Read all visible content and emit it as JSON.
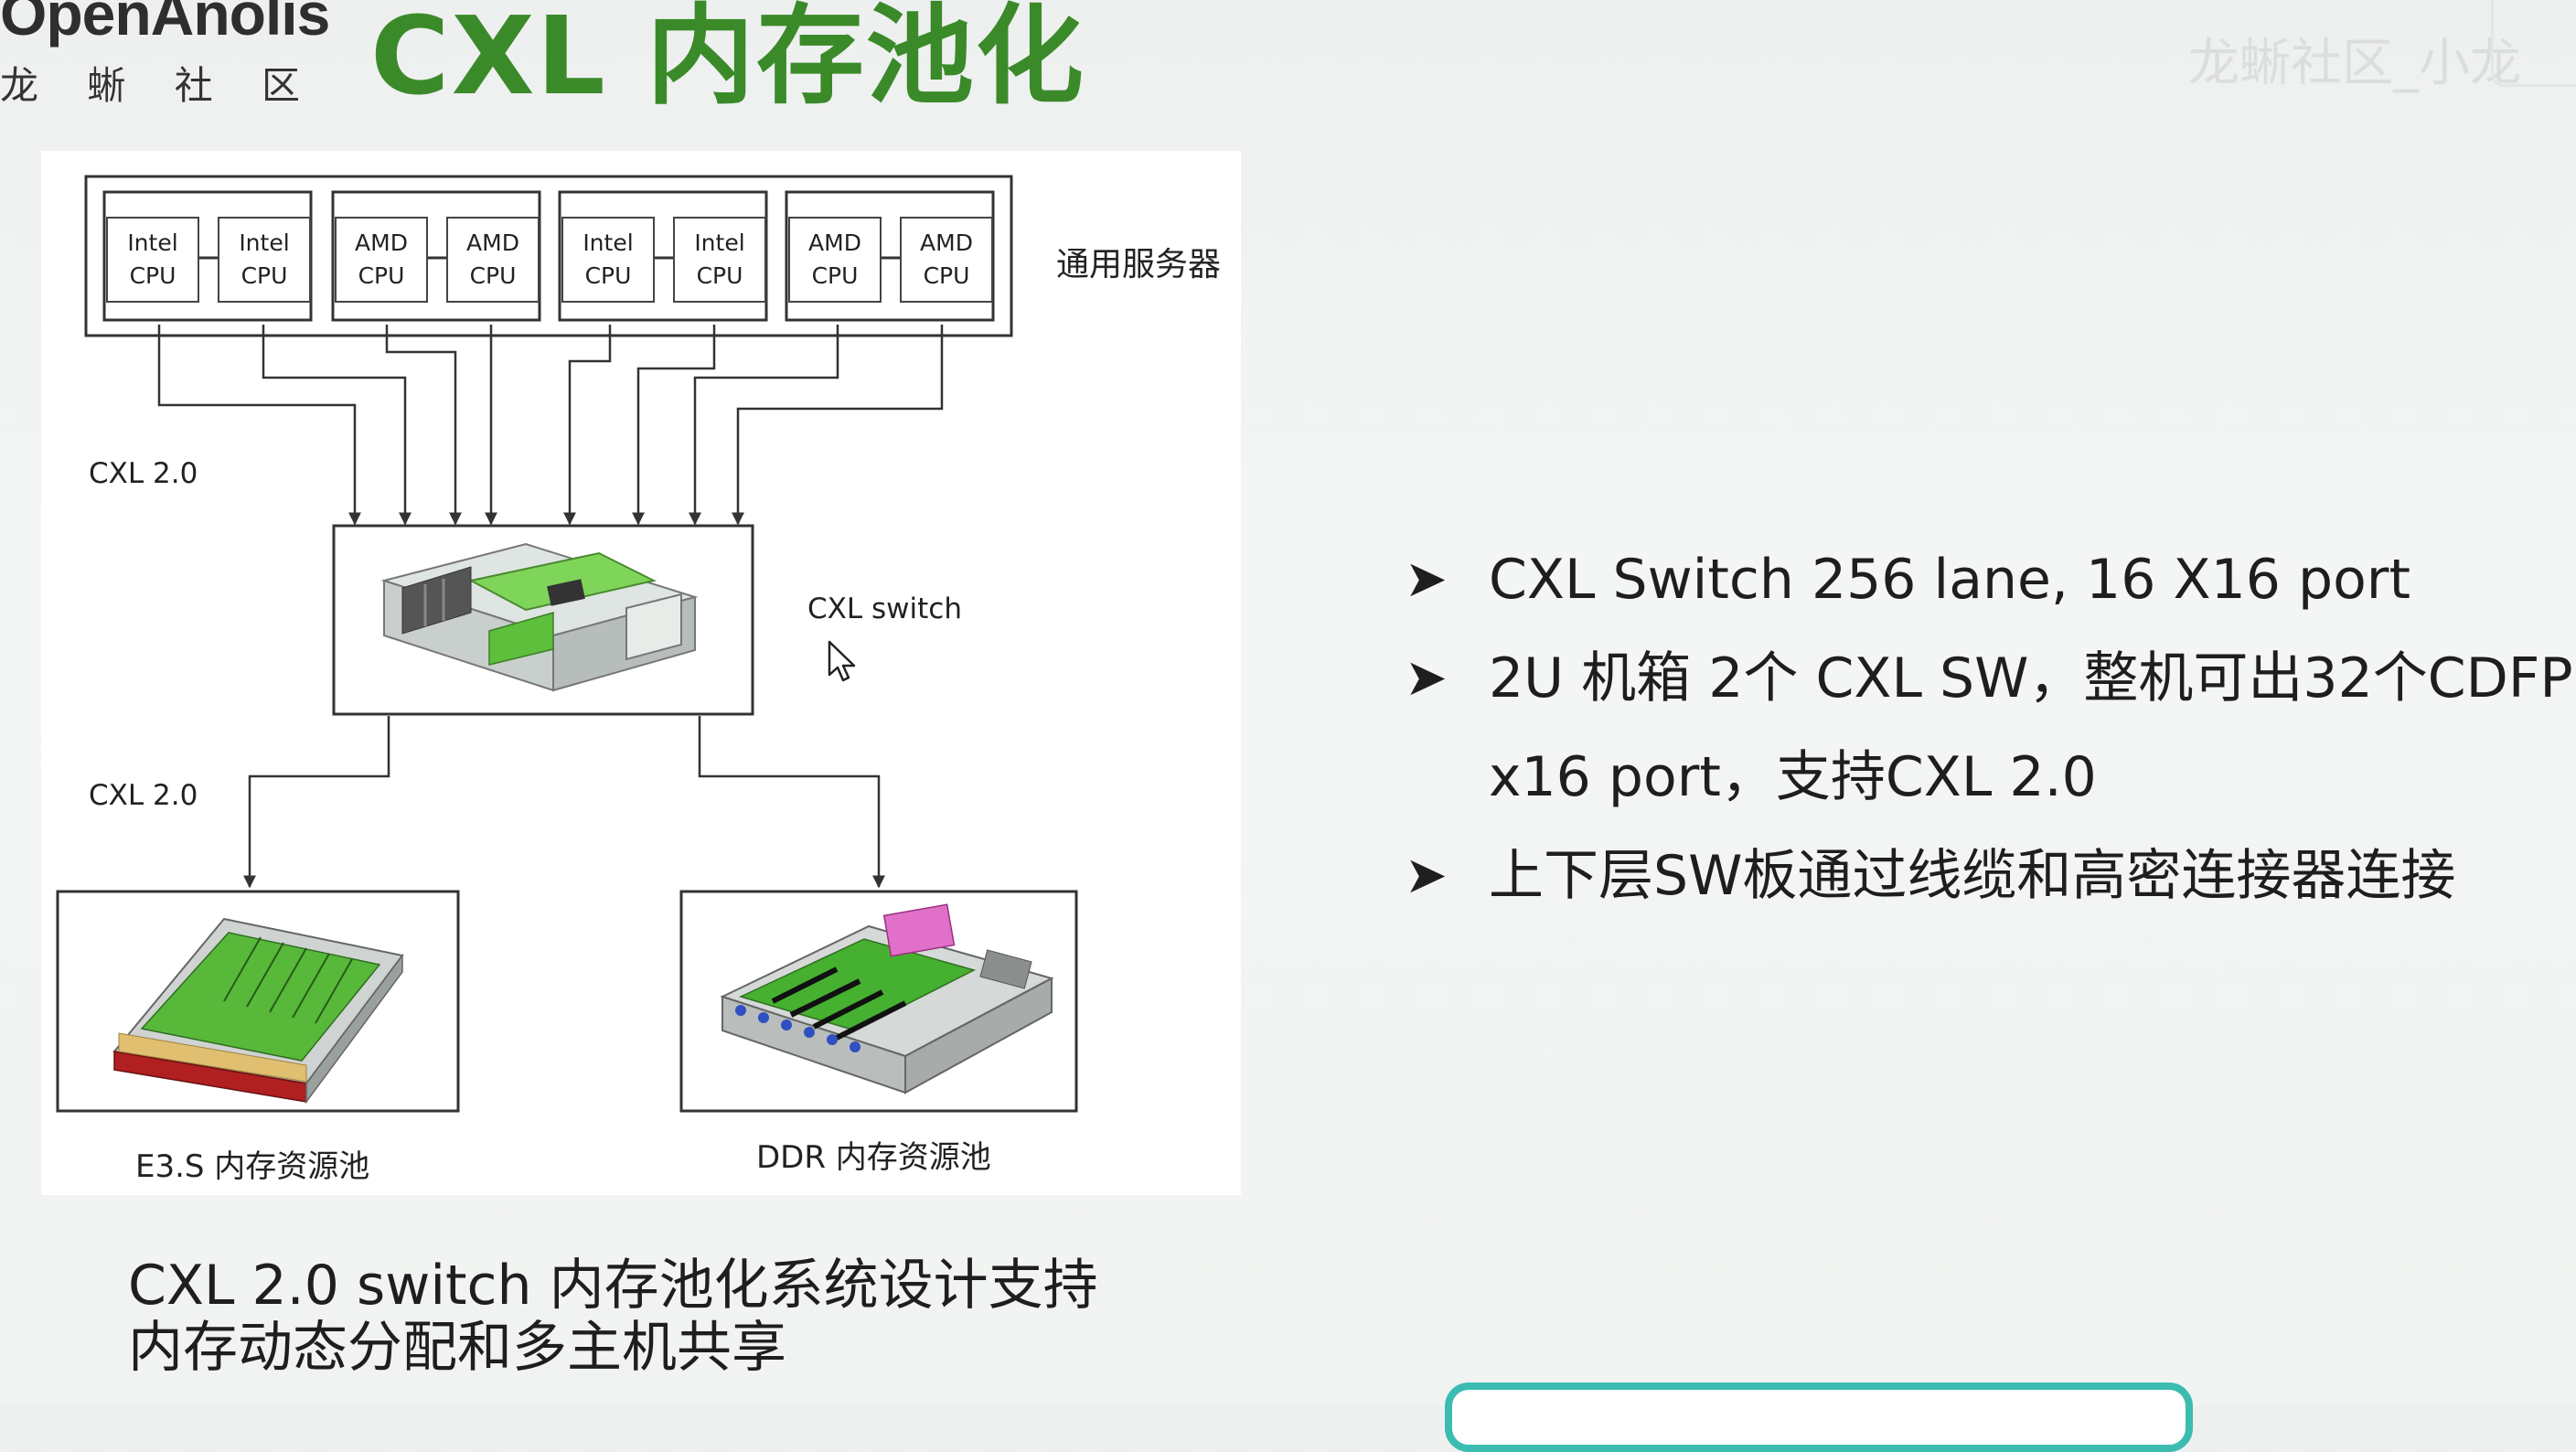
{
  "header": {
    "logo_name": "OpenAnolis",
    "logo_cn": "龙 蜥 社 区",
    "title": "CXL 内存池化",
    "watermark": "龙蜥社区_小龙"
  },
  "diagram": {
    "server_groups": [
      {
        "cpus": [
          {
            "line1": "Intel",
            "line2": "CPU"
          },
          {
            "line1": "Intel",
            "line2": "CPU"
          }
        ]
      },
      {
        "cpus": [
          {
            "line1": "AMD",
            "line2": "CPU"
          },
          {
            "line1": "AMD",
            "line2": "CPU"
          }
        ]
      },
      {
        "cpus": [
          {
            "line1": "Intel",
            "line2": "CPU"
          },
          {
            "line1": "Intel",
            "line2": "CPU"
          }
        ]
      },
      {
        "cpus": [
          {
            "line1": "AMD",
            "line2": "CPU"
          },
          {
            "line1": "AMD",
            "line2": "CPU"
          }
        ]
      }
    ],
    "server_label": "通用服务器",
    "cxl_label_top": "CXL 2.0",
    "cxl_label_bottom": "CXL 2.0",
    "switch_label": "CXL switch",
    "pool_left_label": "E3.S 内存资源池",
    "pool_right_label": "DDR 内存资源池"
  },
  "bullets": [
    {
      "text": "CXL Switch 256 lane, 16 X16 port"
    },
    {
      "line1": "2U 机箱 2个 CXL SW，整机可出32个CDFP",
      "line2": "x16 port，支持CXL 2.0"
    },
    {
      "text": "上下层SW板通过线缆和高密连接器连接"
    }
  ],
  "caption": {
    "line1": "CXL 2.0 switch 内存池化系统设计支持",
    "line2": "内存动态分配和多主机共享"
  },
  "colors": {
    "title_green": "#3b8a2a",
    "logo_orange": "#e8751a",
    "popup_teal": "#3cbcb0"
  }
}
